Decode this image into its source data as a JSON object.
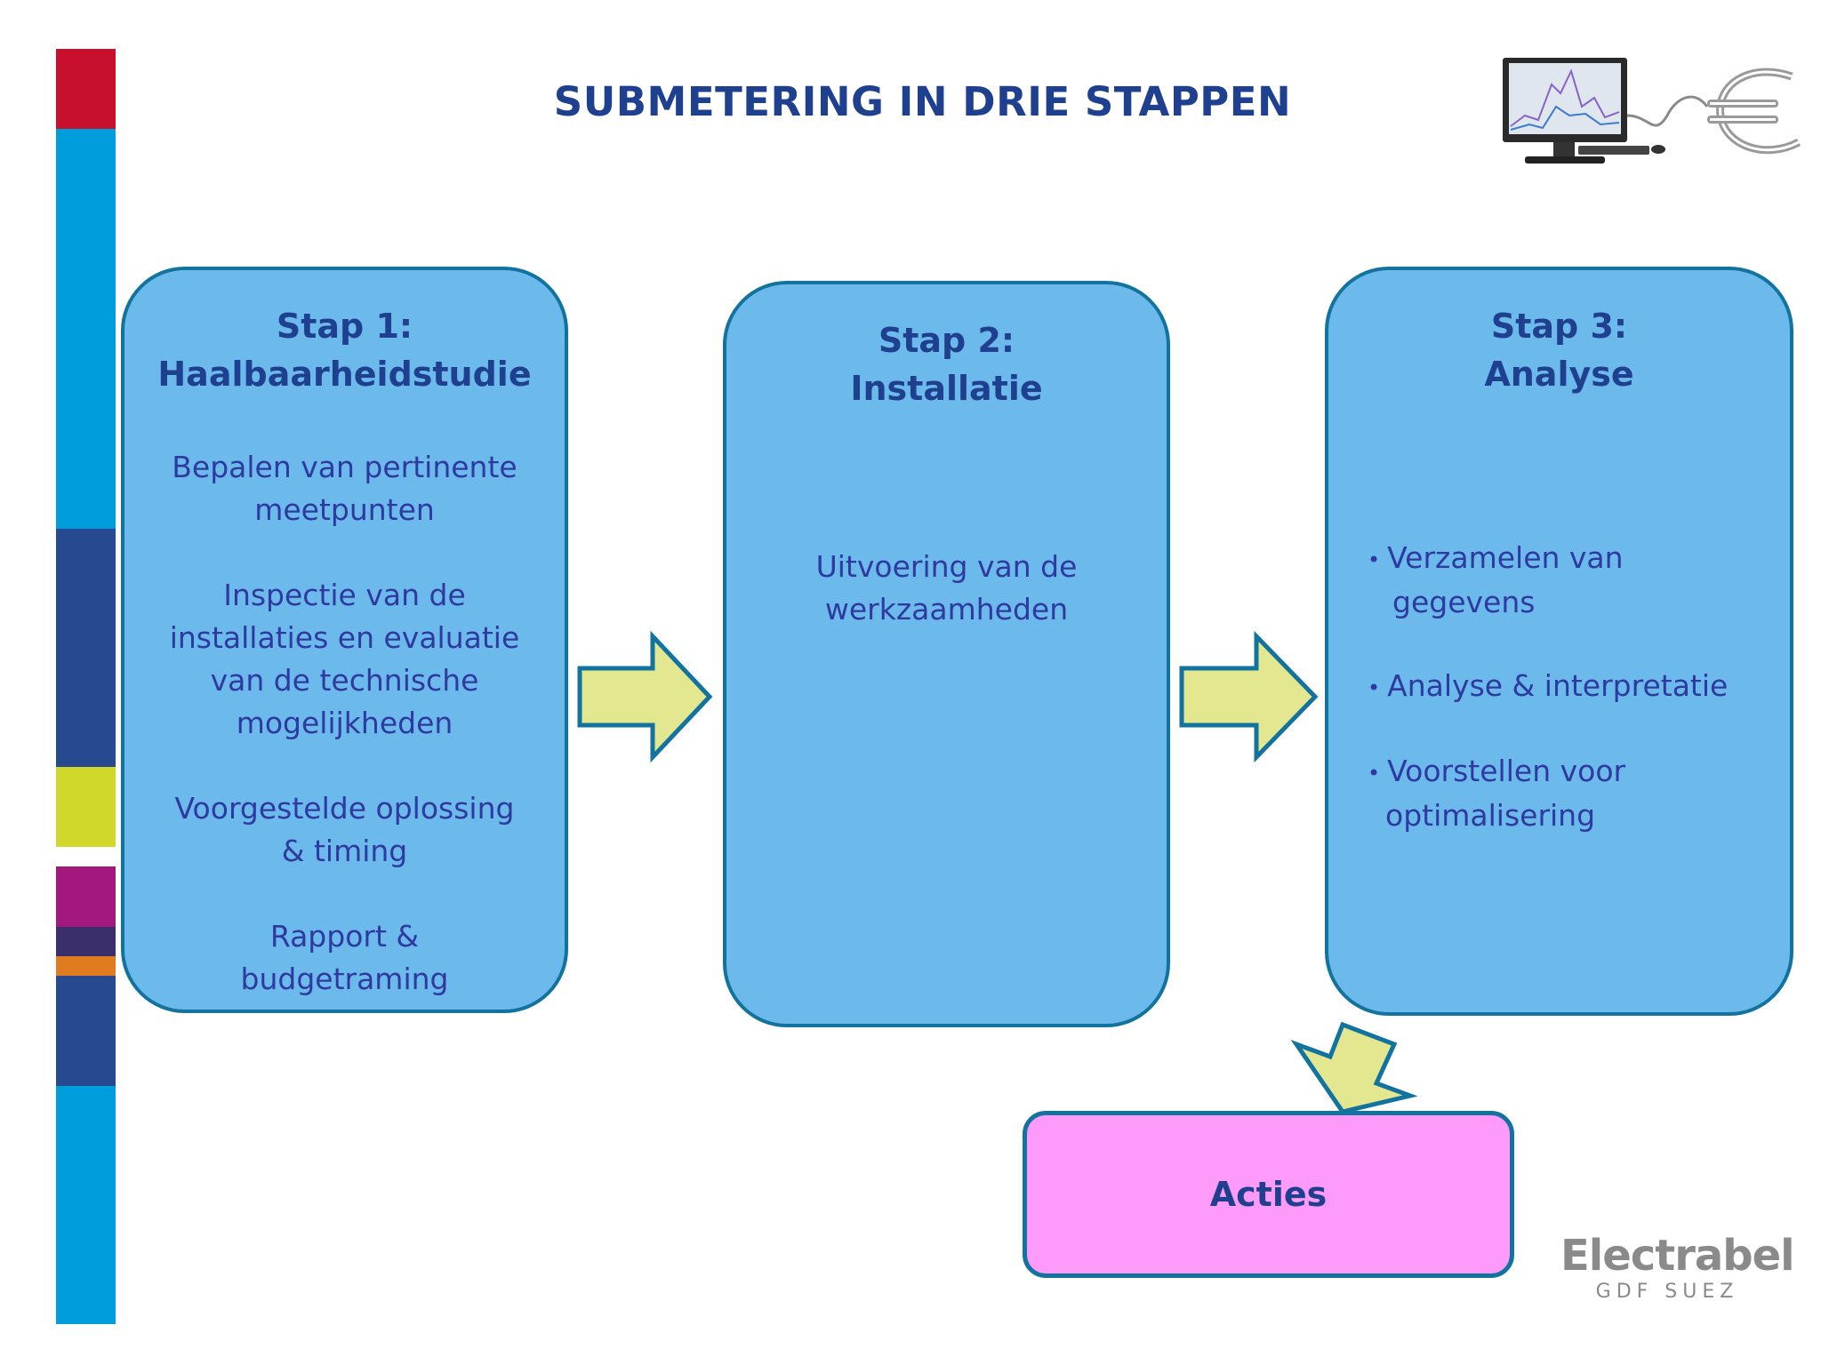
{
  "title": "SUBMETERING IN DRIE STAPPEN",
  "colors": {
    "box_fill": "#6cb9ec",
    "box_border": "#11739e",
    "title": "#1f3f8f",
    "arrow_fill": "#e3e890",
    "acties_fill": "#fd9afa",
    "bar_segments": [
      "#c8102e",
      "#009ddc",
      "#27498f",
      "#d0d92b",
      "#a3187d",
      "#3a2f6b",
      "#e07b20",
      "#27498f",
      "#009ddc"
    ]
  },
  "steps": [
    {
      "heading_line1": "Stap 1:",
      "heading_line2": "Haalbaarheidstudie",
      "paragraphs": [
        [
          "Bepalen van pertinente",
          "meetpunten"
        ],
        [
          "Inspectie van de",
          "installaties en evaluatie",
          "van de technische",
          "mogelijkheden"
        ],
        [
          "Voorgestelde oplossing",
          "& timing"
        ],
        [
          "Rapport &",
          "budgetraming"
        ]
      ]
    },
    {
      "heading_line1": "Stap 2:",
      "heading_line2": "Installatie",
      "paragraphs": [
        [
          "Uitvoering van de",
          "werkzaamheden"
        ]
      ]
    },
    {
      "heading_line1": "Stap 3:",
      "heading_line2": "Analyse",
      "bullets": [
        [
          "Verzamelen van",
          "gegevens"
        ],
        [
          "Analyse & interpretatie"
        ],
        [
          "Voorstellen voor",
          "optimalisering"
        ]
      ]
    }
  ],
  "acties_label": "Acties",
  "brand": {
    "name": "Electrabel",
    "sub": "GDF SUEZ"
  },
  "icons": [
    "computer-monitor-icon",
    "euro-icon"
  ]
}
